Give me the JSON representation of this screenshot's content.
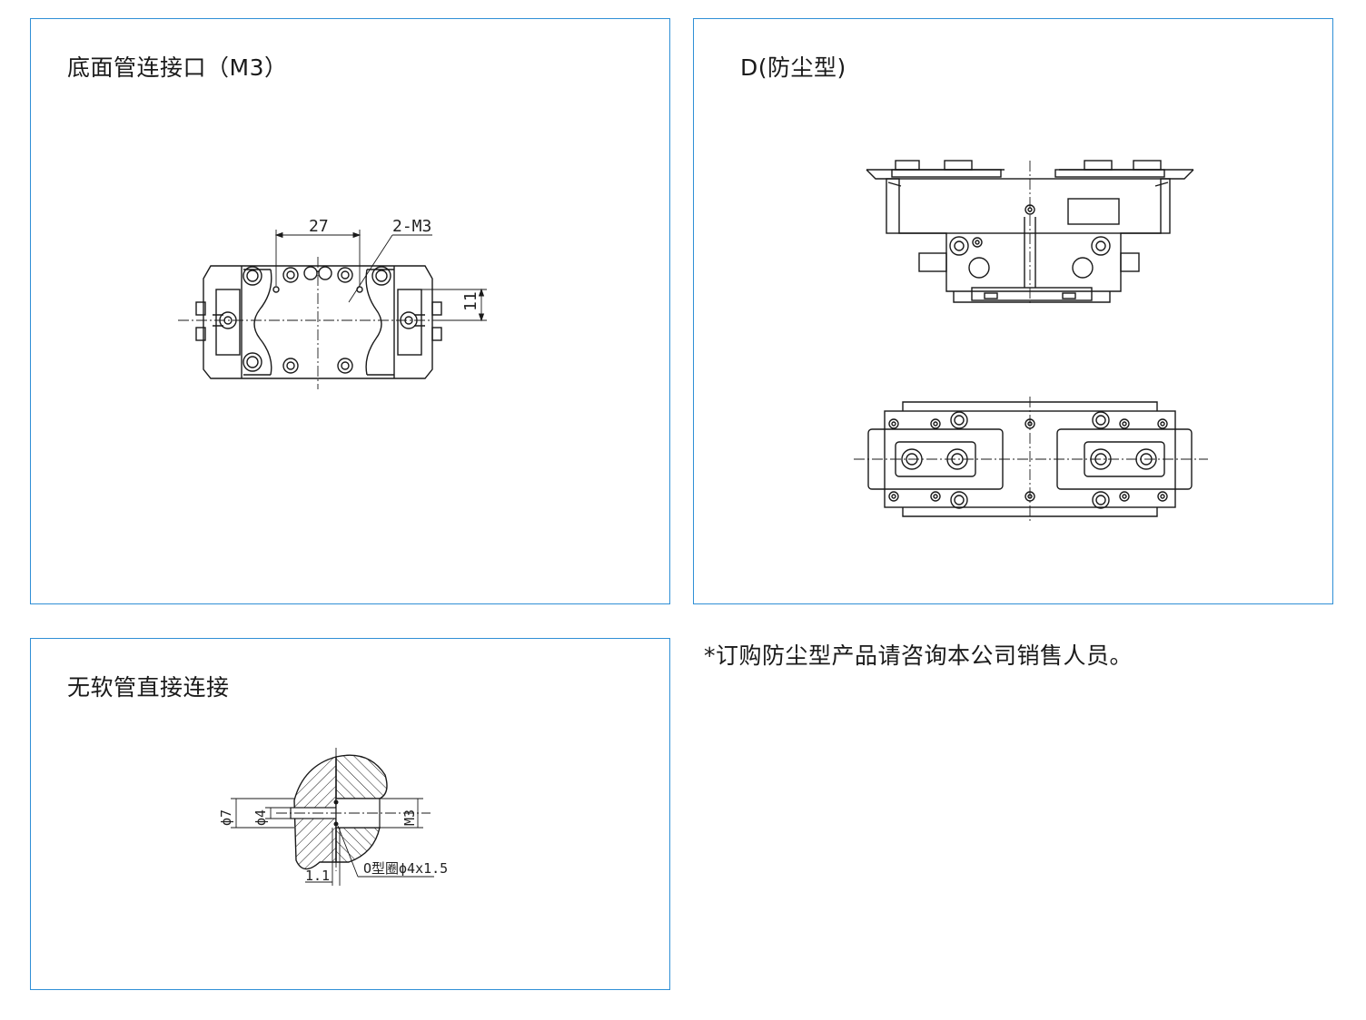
{
  "panels": {
    "bottom_port": {
      "title": "底面管连接口（M3）",
      "dim_27": "27",
      "label_2m3": "2-M3",
      "dim_11": "11"
    },
    "dustproof": {
      "title": "D(防尘型)"
    },
    "direct": {
      "title": "无软管直接连接",
      "dim_phi7": "ϕ7",
      "dim_phi4": "ϕ4",
      "dim_m3": "M3",
      "dim_1_1": "1.1",
      "oring": "O型圈ϕ4x1.5"
    }
  },
  "note": "*订购防尘型产品请咨询本公司销售人员。",
  "colors": {
    "border": "#2f8fd6",
    "line": "#1a1a1a"
  }
}
